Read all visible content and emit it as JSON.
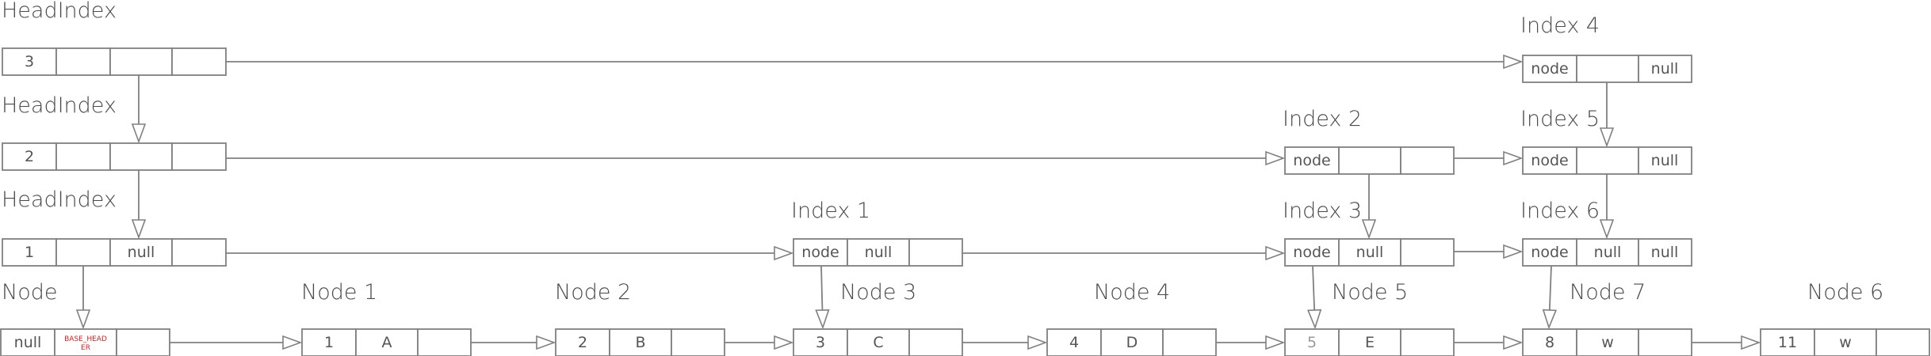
{
  "head_indexes": [
    {
      "title": "HeadIndex",
      "cells": [
        "3",
        "",
        "",
        ""
      ]
    },
    {
      "title": "HeadIndex",
      "cells": [
        "2",
        "",
        "",
        ""
      ]
    },
    {
      "title": "HeadIndex",
      "cells": [
        "1",
        "",
        "null",
        ""
      ]
    },
    {
      "title": "Node",
      "cells": [
        "null",
        "BASE_HEAD ER",
        ""
      ]
    }
  ],
  "indexes": [
    {
      "title": "Index 4",
      "cells": [
        "node",
        "",
        "null"
      ]
    },
    {
      "title": "Index 2",
      "cells": [
        "node",
        "",
        ""
      ]
    },
    {
      "title": "Index 5",
      "cells": [
        "node",
        "",
        "null"
      ]
    },
    {
      "title": "Index 1",
      "cells": [
        "node",
        "null",
        ""
      ]
    },
    {
      "title": "Index 3",
      "cells": [
        "node",
        "null",
        ""
      ]
    },
    {
      "title": "Index 6",
      "cells": [
        "node",
        "null",
        "null"
      ]
    }
  ],
  "nodes": [
    {
      "title": "Node 1",
      "cells": [
        "1",
        "A",
        ""
      ]
    },
    {
      "title": "Node 2",
      "cells": [
        "2",
        "B",
        ""
      ]
    },
    {
      "title": "Node 3",
      "cells": [
        "3",
        "C",
        ""
      ]
    },
    {
      "title": "Node 4",
      "cells": [
        "4",
        "D",
        ""
      ]
    },
    {
      "title": "Node 5",
      "cells": [
        "5",
        "E",
        ""
      ]
    },
    {
      "title": "Node 7",
      "cells": [
        "8",
        "w",
        ""
      ]
    },
    {
      "title": "Node 6",
      "cells": [
        "11",
        "w",
        ""
      ]
    }
  ],
  "colors": {
    "line": "#808080",
    "text": "#555555",
    "accent": "#e02020"
  }
}
